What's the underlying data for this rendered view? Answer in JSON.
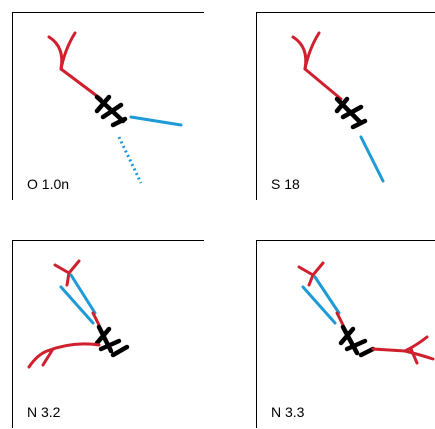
{
  "panels": [
    {
      "label": "O 1.0n"
    },
    {
      "label": "S 18"
    },
    {
      "label": "N 3.2"
    },
    {
      "label": "N 3.3"
    }
  ],
  "colors": {
    "red": "#d0202e",
    "blue": "#1e9ad6",
    "black": "#000000"
  }
}
